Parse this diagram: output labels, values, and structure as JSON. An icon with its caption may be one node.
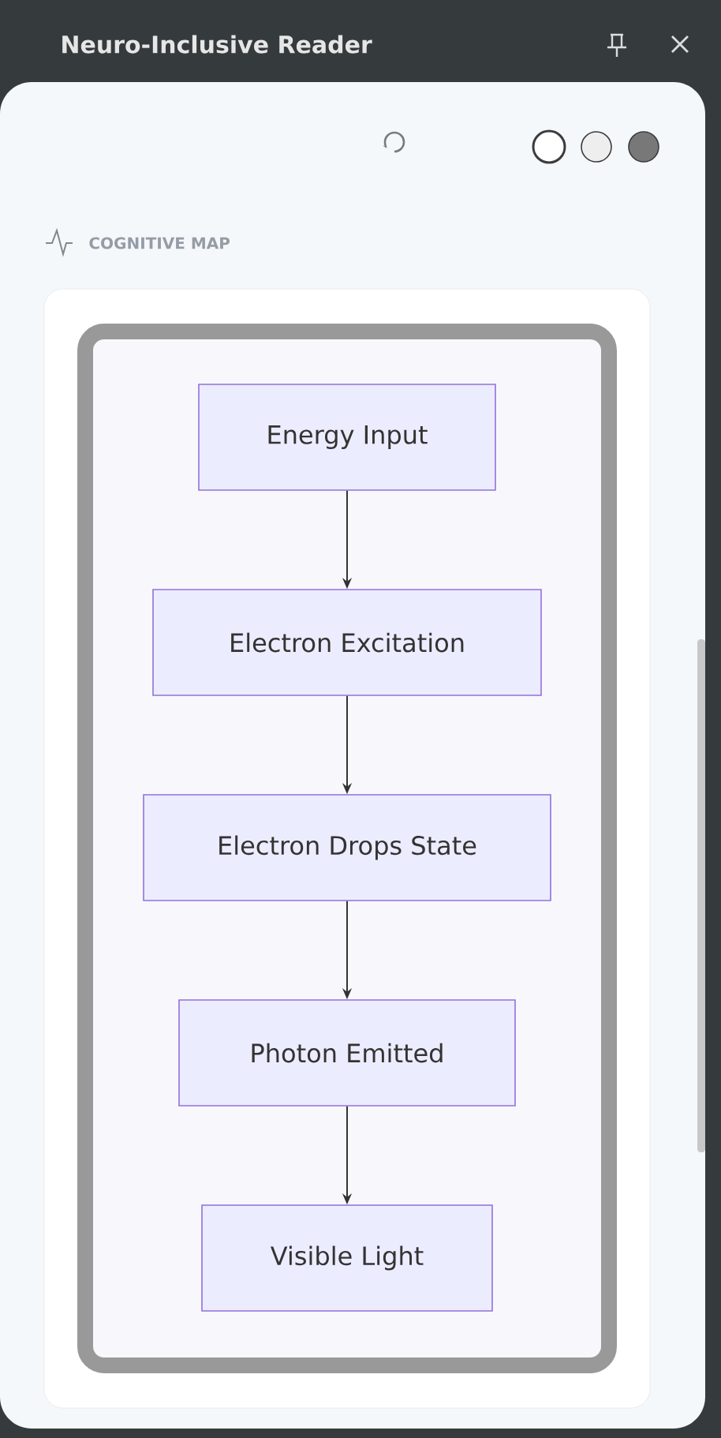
{
  "diagram": {
    "title": "Neuro-Inclusive Reader",
    "nodes": [
      {
        "text": [
          "Energy Input"
        ]
      },
      {
        "text": [
          "Electron Excitation"
        ]
      },
      {
        "text": [
          "Electron Drops State"
        ]
      },
      {
        "text": [
          "Photon Emitted"
        ]
      },
      {
        "text": [
          "Visible Light"
        ]
      }
    ],
    "edges": [
      {
        "from": 0,
        "to": 1,
        "arrow": "to"
      },
      {
        "from": 1,
        "to": 2,
        "arrow": "to"
      },
      {
        "from": 2,
        "to": 3,
        "arrow": "to"
      },
      {
        "from": 3,
        "to": 4,
        "arrow": "to"
      }
    ],
    "labels": [
      "COGNITIVE MAP"
    ]
  }
}
